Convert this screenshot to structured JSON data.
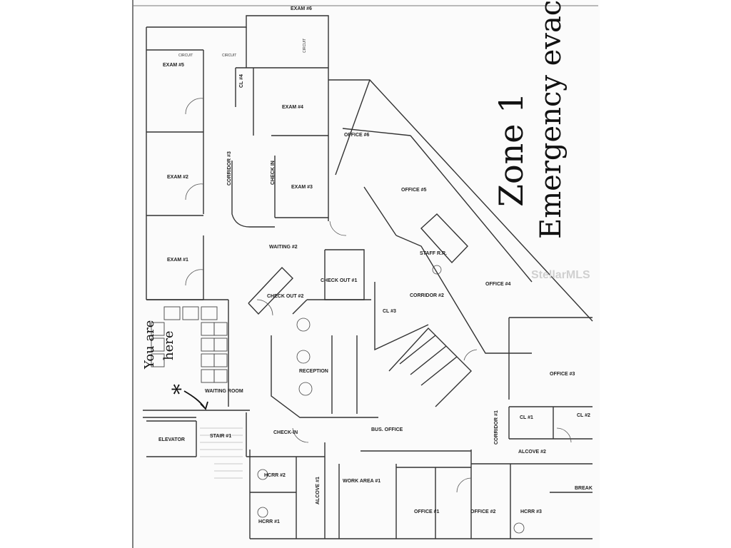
{
  "floor_plan": {
    "rooms": [
      {
        "id": "exam6",
        "label": "EXAM #6"
      },
      {
        "id": "exam5",
        "label": "EXAM #5"
      },
      {
        "id": "cl4",
        "label": "CL #4"
      },
      {
        "id": "exam4",
        "label": "EXAM #4"
      },
      {
        "id": "office6",
        "label": "OFFICE #6"
      },
      {
        "id": "exam2",
        "label": "EXAM #2"
      },
      {
        "id": "corridor3",
        "label": "CORRIDOR #3"
      },
      {
        "id": "checkin_top",
        "label": "CHECK IN"
      },
      {
        "id": "exam3",
        "label": "EXAM #3"
      },
      {
        "id": "office5",
        "label": "OFFICE #5"
      },
      {
        "id": "waiting2",
        "label": "WAITING #2"
      },
      {
        "id": "staffrr",
        "label": "STAFF R.R."
      },
      {
        "id": "exam1",
        "label": "EXAM #1"
      },
      {
        "id": "checkout1",
        "label": "CHECK OUT #1"
      },
      {
        "id": "office4",
        "label": "OFFICE #4"
      },
      {
        "id": "checkout2",
        "label": "CHECK OUT #2"
      },
      {
        "id": "corridor2",
        "label": "CORRIDOR #2"
      },
      {
        "id": "cl3",
        "label": "CL #3"
      },
      {
        "id": "office3",
        "label": "OFFICE #3"
      },
      {
        "id": "reception",
        "label": "RECEPTION"
      },
      {
        "id": "waitingroom",
        "label": "WAITING ROOM"
      },
      {
        "id": "elevator",
        "label": "ELEVATOR"
      },
      {
        "id": "stair1",
        "label": "STAIR #1"
      },
      {
        "id": "checkin",
        "label": "CHECK-IN"
      },
      {
        "id": "busoffice",
        "label": "BUS. OFFICE"
      },
      {
        "id": "corridor1",
        "label": "CORRIDOR #1"
      },
      {
        "id": "cl1",
        "label": "CL #1"
      },
      {
        "id": "cl2",
        "label": "CL #2"
      },
      {
        "id": "alcove2",
        "label": "ALCOVE #2"
      },
      {
        "id": "hcrr2",
        "label": "HCRR #2"
      },
      {
        "id": "workarea1",
        "label": "WORK AREA #1"
      },
      {
        "id": "alcove1",
        "label": "ALCOVE #1"
      },
      {
        "id": "breakroom",
        "label": "BREAK"
      },
      {
        "id": "office1",
        "label": "OFFICE #1"
      },
      {
        "id": "office2",
        "label": "OFFICE #2"
      },
      {
        "id": "hcrr3",
        "label": "HCRR #3"
      },
      {
        "id": "hcrr1",
        "label": "HCRR #1"
      }
    ],
    "circuit_labels": [
      "CIRCUIT",
      "CIRCUIT",
      "CIRCUIT"
    ]
  },
  "annotations": {
    "zone": "Zone 1",
    "evacuation": "Emergency evacuatio",
    "you_are": "You are",
    "here": "here",
    "asterisk": "*"
  },
  "watermark": "StellarMLS"
}
